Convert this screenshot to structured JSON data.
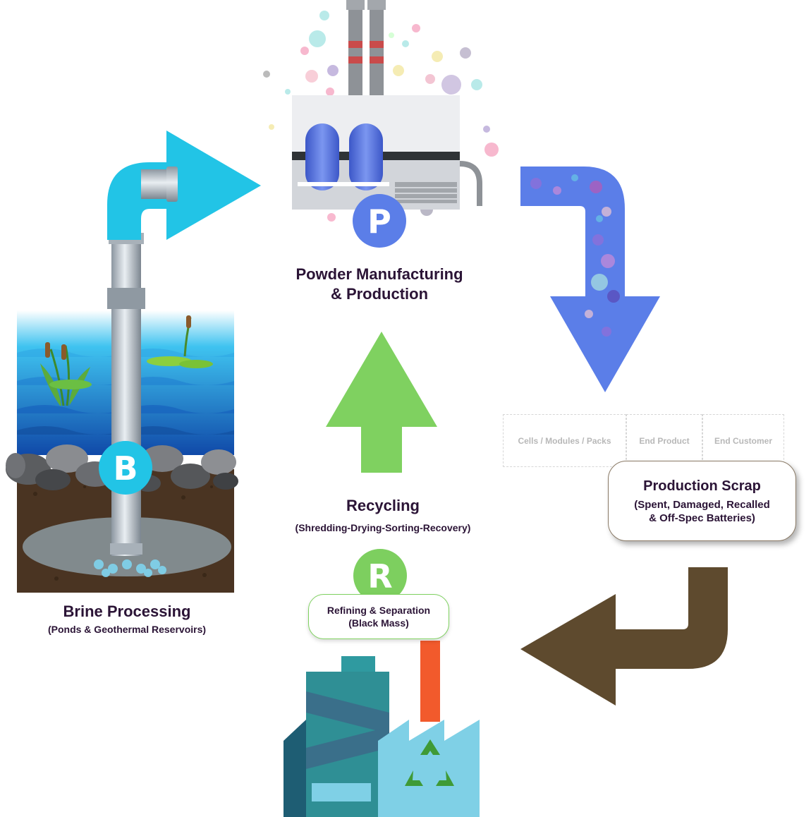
{
  "brine": {
    "badge": "B",
    "title": "Brine Processing",
    "subtitle": "(Ponds & Geothermal Reservoirs)",
    "color": "#22c4e6"
  },
  "powder": {
    "badge": "P",
    "title_line1": "Powder Manufacturing",
    "title_line2": "& Production",
    "color": "#5b7ee8"
  },
  "recycling": {
    "badge": "R",
    "title": "Recycling",
    "subtitle": "(Shredding-Drying-Sorting-Recovery)",
    "color": "#7dcf5f",
    "refining_line1": "Refining & Separation",
    "refining_line2": "(Black Mass)"
  },
  "stages": [
    "Cells / Modules / Packs",
    "End Product",
    "End Customer"
  ],
  "scrap": {
    "title": "Production Scrap",
    "line1": "(Spent, Damaged, Recalled",
    "line2": "& Off-Spec Batteries)"
  },
  "colors": {
    "cyan_arrow": "#22c4e6",
    "blue_arrow": "#5b7ee8",
    "green_arrow": "#7fd160",
    "brown_arrow": "#5e4a2e",
    "text": "#2b1436"
  }
}
